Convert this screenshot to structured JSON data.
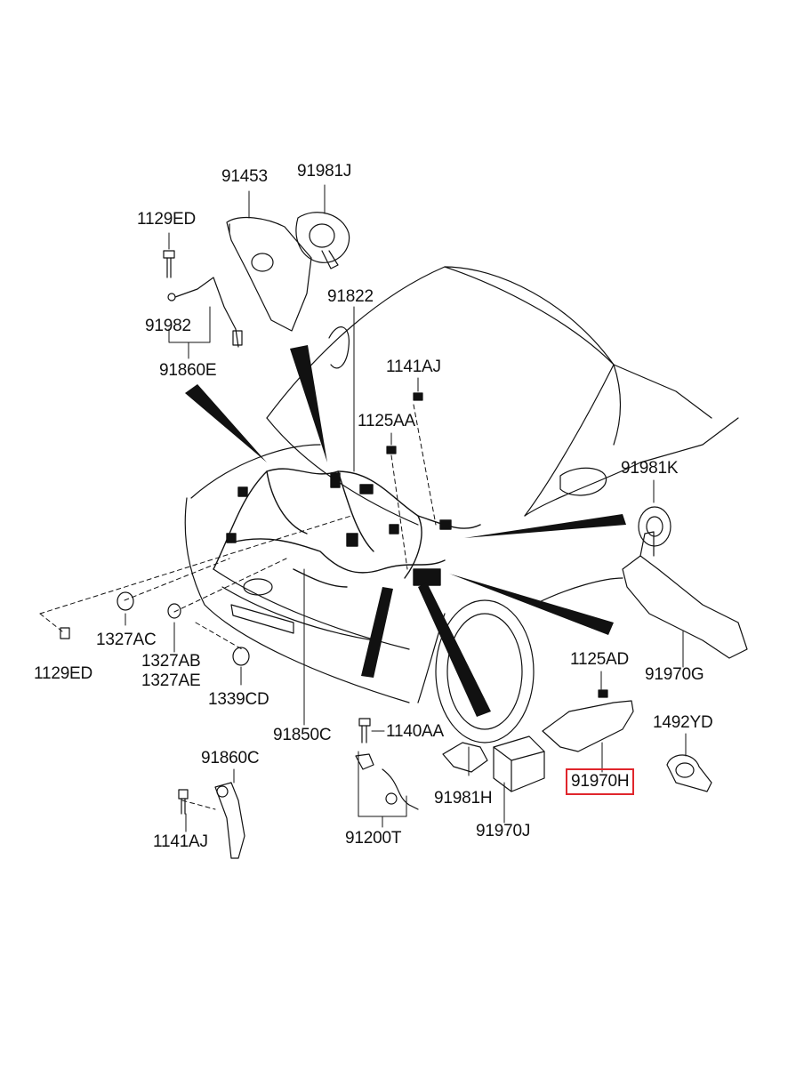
{
  "diagram": {
    "highlight_color": "#e0262c",
    "line_color": "#111111",
    "labels": {
      "p91453": "91453",
      "p91981J": "91981J",
      "p1129ED_top": "1129ED",
      "p91822": "91822",
      "p91982": "91982",
      "p91860E": "91860E",
      "p1141AJ_top": "1141AJ",
      "p1125AA": "1125AA",
      "p91981K": "91981K",
      "p1327AC": "1327AC",
      "p1327AB": "1327AB",
      "p1327AE": "1327AE",
      "p1129ED_bottom": "1129ED",
      "p1339CD": "1339CD",
      "p1125AD": "1125AD",
      "p91970G": "91970G",
      "p91850C": "91850C",
      "p1140AA": "1140AA",
      "p91860C": "91860C",
      "p1492YD": "1492YD",
      "p91981H": "91981H",
      "p91970H": "91970H",
      "p1141AJ_bottom": "1141AJ",
      "p91200T": "91200T",
      "p91970J": "91970J"
    },
    "highlighted_part": "91970H"
  }
}
